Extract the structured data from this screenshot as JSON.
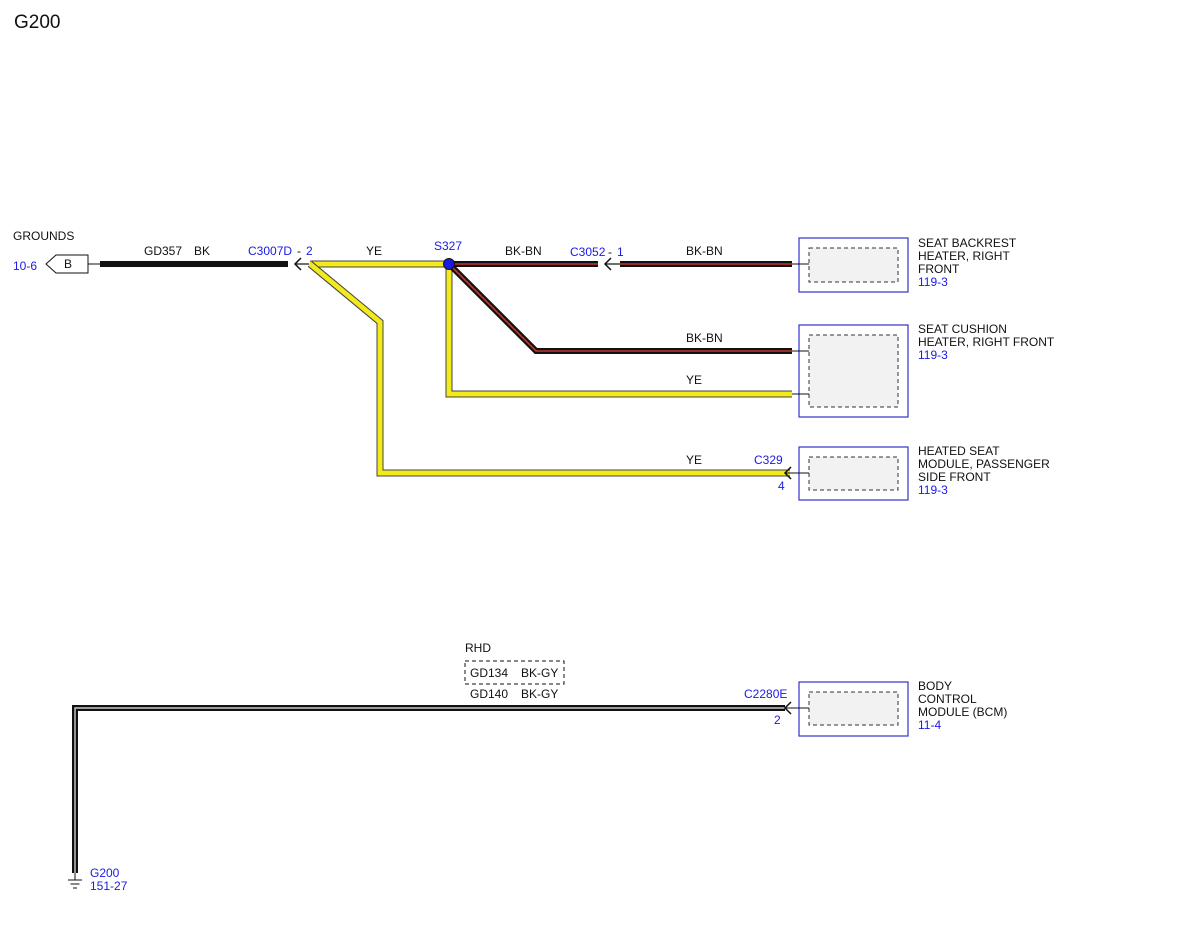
{
  "page": {
    "title": "G200"
  },
  "grounds": {
    "label": "GROUNDS",
    "ref": "10-6",
    "connector": "B"
  },
  "wires": {
    "gd357": {
      "circuit": "GD357",
      "color": "BK"
    },
    "ye_main": {
      "color": "YE"
    },
    "bkbn_top_left": {
      "color": "BK-BN"
    },
    "bkbn_top_right": {
      "color": "BK-BN"
    },
    "bkbn_cushion": {
      "color": "BK-BN"
    },
    "ye_cushion": {
      "color": "YE"
    },
    "ye_module": {
      "color": "YE"
    },
    "rhd": {
      "label": "RHD",
      "circuit": "GD134",
      "color": "BK-GY"
    },
    "bcm": {
      "circuit": "GD140",
      "color": "BK-GY"
    }
  },
  "connectors": {
    "c3007d": {
      "name": "C3007D",
      "dash": "-",
      "pin": "2"
    },
    "c3052": {
      "name": "C3052",
      "dash": "-",
      "pin": "1"
    },
    "c329": {
      "name": "C329",
      "pin": "4"
    },
    "c2280e": {
      "name": "C2280E",
      "pin": "2"
    }
  },
  "splice": {
    "name": "S327"
  },
  "components": {
    "seat_backrest": {
      "line1": "SEAT BACKREST",
      "line2": "HEATER, RIGHT",
      "line3": "FRONT",
      "ref": "119-3"
    },
    "seat_cushion": {
      "line1": "SEAT CUSHION",
      "line2": "HEATER, RIGHT FRONT",
      "ref": "119-3"
    },
    "heated_seat_module": {
      "line1": "HEATED SEAT",
      "line2": "MODULE, PASSENGER",
      "line3": "SIDE FRONT",
      "ref": "119-3"
    },
    "bcm": {
      "line1": "BODY",
      "line2": "CONTROL",
      "line3": "MODULE (BCM)",
      "ref": "11-4"
    }
  },
  "ground_point": {
    "name": "G200",
    "ref": "151-27"
  },
  "colors": {
    "wire_black": "#111111",
    "wire_yellow": "#f2ea1a",
    "wire_brown_stripe": "#c0392b",
    "component_border": "#3333cc",
    "component_fill": "#f2f2f2",
    "reference_text": "#1a1ae6"
  }
}
